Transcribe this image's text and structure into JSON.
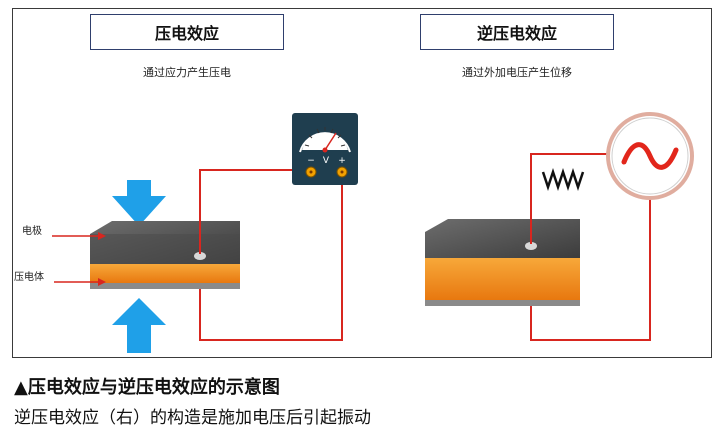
{
  "diagram": {
    "left_title": "压电效应",
    "left_subtitle": "通过应力产生压电",
    "right_title": "逆压电效应",
    "right_subtitle": "通过外加电压产生位移",
    "label_electrode": "电极",
    "label_piezo": "压电体",
    "meter_minus": "−",
    "meter_unit": "V",
    "meter_plus": "+"
  },
  "caption": {
    "title": "▲压电效应与逆压电效应的示意图",
    "text": "逆压电效应（右）的构造是施加电压后引起振动"
  },
  "colors": {
    "wire": "#d8261f",
    "arrow_blue": "#1fa0e8",
    "electrode_top": "#555555",
    "piezo_orange": "#f2931c",
    "meter_body": "#1f3e4f",
    "ac_circle_border": "#e44a3a"
  }
}
